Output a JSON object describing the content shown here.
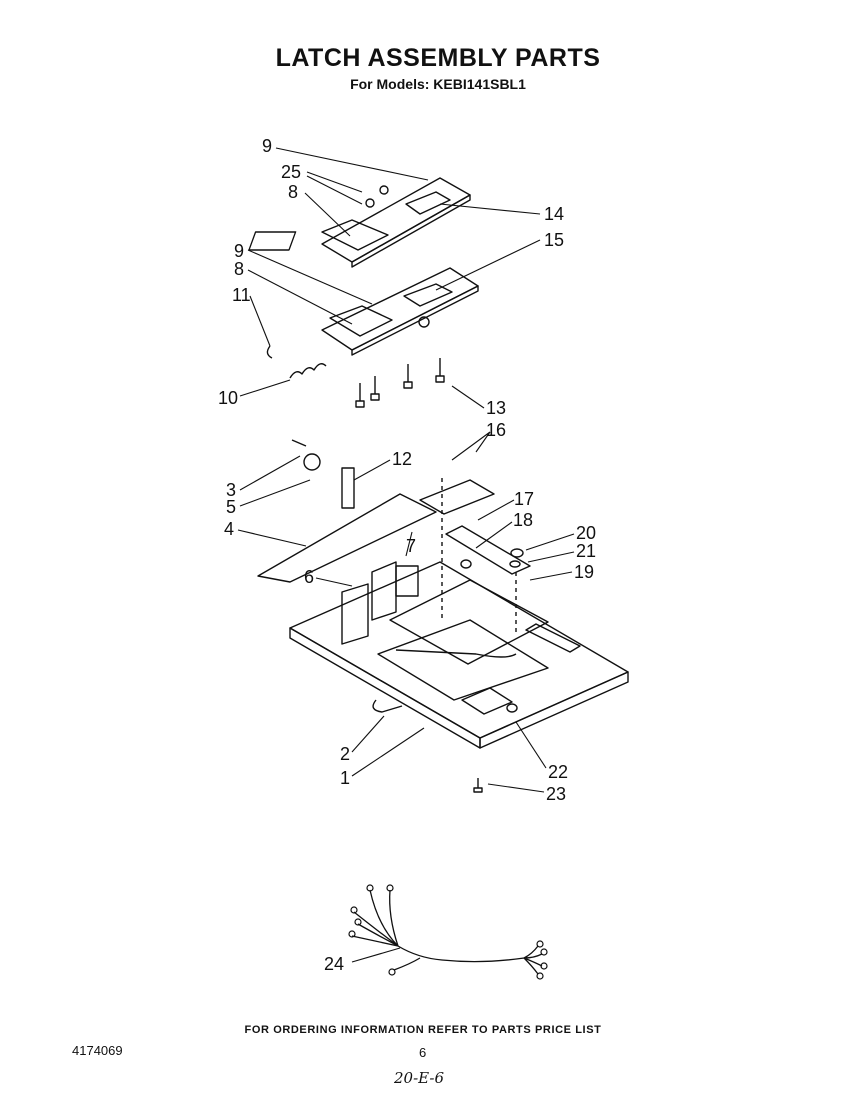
{
  "header": {
    "title": "LATCH ASSEMBLY PARTS",
    "models": "For Models: KEBI141SBL1"
  },
  "callouts": {
    "c1": "1",
    "c2": "2",
    "c3": "3",
    "c4": "4",
    "c5": "5",
    "c6": "6",
    "c7": "7",
    "c8a": "8",
    "c8b": "8",
    "c9a": "9",
    "c9b": "9",
    "c10": "10",
    "c11": "11",
    "c12": "12",
    "c13": "13",
    "c14": "14",
    "c15": "15",
    "c16": "16",
    "c17": "17",
    "c18": "18",
    "c19": "19",
    "c20": "20",
    "c21": "21",
    "c22": "22",
    "c23": "23",
    "c24": "24",
    "c25": "25"
  },
  "footer": {
    "ordering_note": "FOR ORDERING INFORMATION REFER TO PARTS PRICE LIST",
    "doc_number": "4174069",
    "page_number": "6",
    "handwritten_note": "20-E-6"
  }
}
